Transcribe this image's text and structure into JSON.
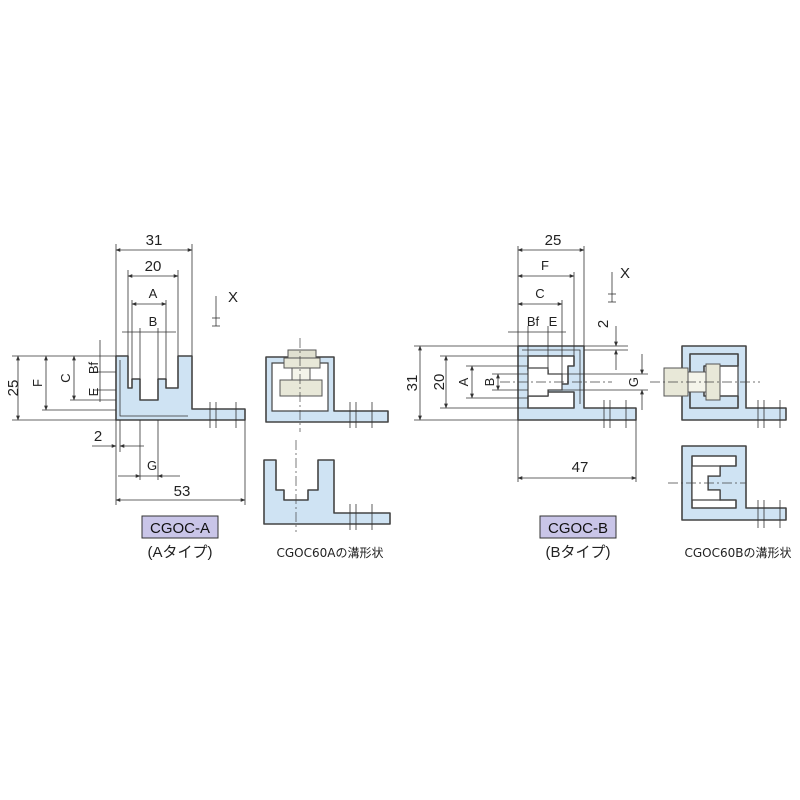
{
  "drawing_a": {
    "dims": {
      "width_31": "31",
      "width_20": "20",
      "A": "A",
      "B": "B",
      "height_25": "25",
      "F": "F",
      "C": "C",
      "E": "E",
      "Bf": "Bf",
      "thickness_2": "2",
      "G": "G",
      "width_53": "53",
      "X": "X"
    },
    "model_badge": "CGOC-A",
    "type_caption": "(Aタイプ)",
    "groove_caption": "CGOC60Aの溝形状"
  },
  "drawing_b": {
    "dims": {
      "width_25": "25",
      "F": "F",
      "C": "C",
      "Bf": "Bf",
      "E": "E",
      "thickness_2": "2",
      "height_31": "31",
      "height_20": "20",
      "A": "A",
      "B": "B",
      "G": "G",
      "width_47": "47",
      "X": "X"
    },
    "model_badge": "CGOC-B",
    "type_caption": "(Bタイプ)",
    "groove_caption": "CGOC60Bの溝形状"
  },
  "colors": {
    "profile_fill": "#cfe3f3",
    "badge_fill": "#c9c5e8",
    "outline": "#444444"
  }
}
